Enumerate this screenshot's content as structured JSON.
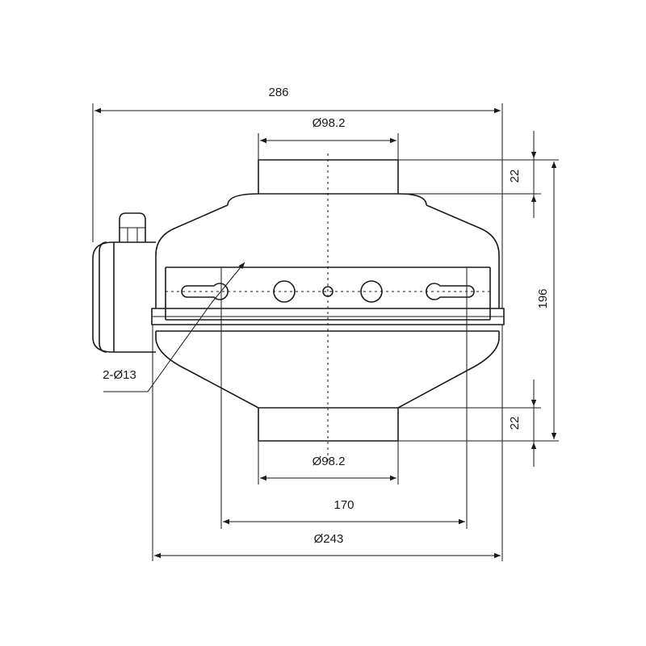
{
  "drawing": {
    "dimensions": {
      "overall_width": "286",
      "inlet_diameter_top": "Ø98.2",
      "inlet_height_top": "22",
      "total_height": "196",
      "hole_spec": "2-Ø13",
      "outlet_height_bottom": "22",
      "outlet_diameter_bottom": "Ø98.2",
      "hole_spacing": "170",
      "body_diameter": "Ø243"
    }
  }
}
